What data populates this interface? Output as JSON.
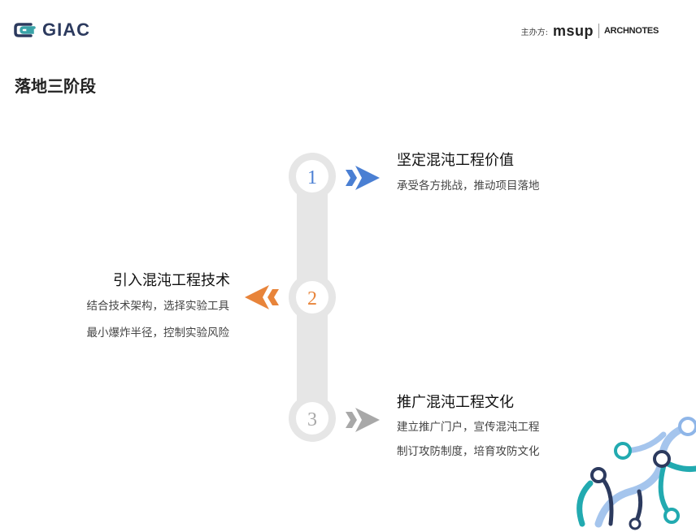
{
  "header": {
    "logo_text": "GIAC",
    "organizer_label": "主办方:",
    "organizer_1": "msup",
    "organizer_2": "ARCHNOTES"
  },
  "page_title": "落地三阶段",
  "stages": [
    {
      "number": "1",
      "title": "坚定混沌工程价值",
      "lines": [
        "承受各方挑战，推动项目落地"
      ],
      "color": "#4a7fd3"
    },
    {
      "number": "2",
      "title": "引入混沌工程技术",
      "lines": [
        "结合技术架构，选择实验工具",
        "最小爆炸半径，控制实验风险"
      ],
      "color": "#e8843a"
    },
    {
      "number": "3",
      "title": "推广混沌工程文化",
      "lines": [
        "建立推广门户，宣传混沌工程",
        "制订攻防制度，培育攻防文化"
      ],
      "color": "#a8a8a8"
    }
  ]
}
